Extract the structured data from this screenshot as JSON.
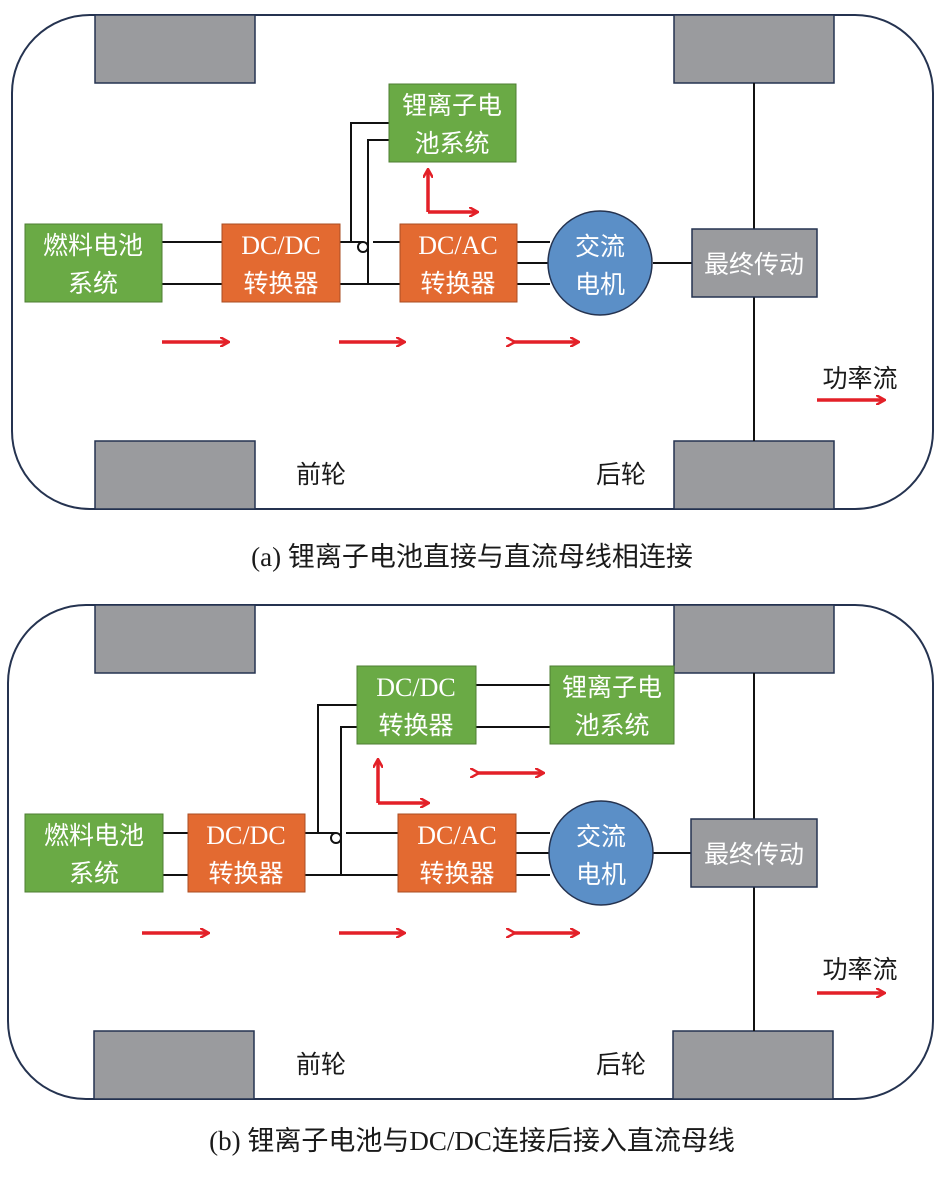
{
  "colors": {
    "green": "#6aaa45",
    "orange": "#e36a31",
    "blue": "#5b8fc7",
    "gray": "#9a9b9e",
    "outline": "#253350",
    "wire": "#111111",
    "arrow": "#e32028"
  },
  "panels": [
    {
      "id": "a",
      "caption": "(a) 锂离子电池直接与直流母线相连接",
      "fuel_cell": [
        "燃料电池",
        "系统"
      ],
      "dcdc_main": [
        "DC/DC",
        "转换器"
      ],
      "battery": [
        "锂离子电",
        "池系统"
      ],
      "dcac": [
        "DC/AC",
        "转换器"
      ],
      "motor": [
        "交流",
        "电机"
      ],
      "final_drive": "最终传动",
      "front_wheel": "前轮",
      "rear_wheel": "后轮",
      "legend": "功率流"
    },
    {
      "id": "b",
      "caption": "(b) 锂离子电池与DC/DC连接后接入直流母线",
      "fuel_cell": [
        "燃料电池",
        "系统"
      ],
      "dcdc_main": [
        "DC/DC",
        "转换器"
      ],
      "dcdc_battery": [
        "DC/DC",
        "转换器"
      ],
      "battery": [
        "锂离子电",
        "池系统"
      ],
      "dcac": [
        "DC/AC",
        "转换器"
      ],
      "motor": [
        "交流",
        "电机"
      ],
      "final_drive": "最终传动",
      "front_wheel": "前轮",
      "rear_wheel": "后轮",
      "legend": "功率流"
    }
  ]
}
